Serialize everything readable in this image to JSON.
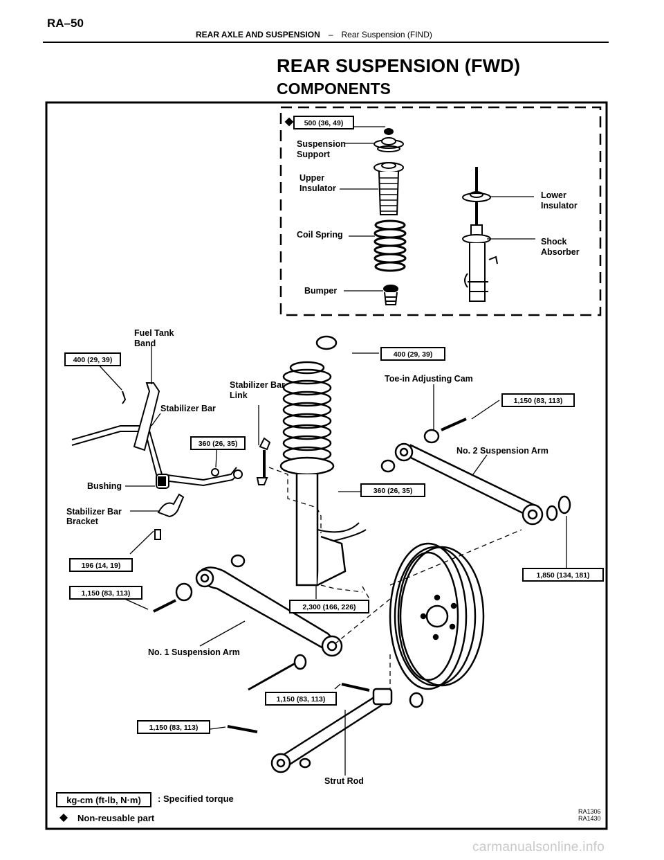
{
  "header": {
    "page_number": "RA–50",
    "section": "REAR AXLE AND SUSPENSION",
    "separator": "–",
    "subsection": "Rear Suspension (FIND)"
  },
  "title": "REAR SUSPENSION (FWD)",
  "subtitle": "COMPONENTS",
  "labels": {
    "suspension_support": [
      "Suspension",
      "Support"
    ],
    "upper_insulator": [
      "Upper",
      "Insulator"
    ],
    "coil_spring": "Coil Spring",
    "bumper": "Bumper",
    "lower_insulator": [
      "Lower",
      "Insulator"
    ],
    "shock_absorber": [
      "Shock",
      "Absorber"
    ],
    "fuel_tank_band": [
      "Fuel Tank",
      "Band"
    ],
    "stabilizer_bar": "Stabilizer Bar",
    "stabilizer_bar_link": [
      "Stabilizer Bar",
      "Link"
    ],
    "toe_in_cam": "Toe-in Adjusting Cam",
    "no2_arm": "No. 2 Suspension Arm",
    "bushing": "Bushing",
    "stabilizer_bar_bracket": [
      "Stabilizer Bar",
      "Bracket"
    ],
    "no1_arm": "No. 1 Suspension Arm",
    "strut_rod": "Strut Rod"
  },
  "torques": {
    "support_nut": "500 (36, 49)",
    "fuel_band_bolt": "400 (29, 39)",
    "strut_top_nut": "400 (29, 39)",
    "stab_link_upper": "360 (26, 35)",
    "stab_link_lower": "360 (26, 35)",
    "no2_arm_inner": "1,150 (83, 113)",
    "no2_arm_outer": "1,850 (134, 181)",
    "bracket_bolt": "196 (14, 19)",
    "no1_arm_inner": "1,150 (83, 113)",
    "knuckle_bolt": "2,300 (166, 226)",
    "strut_rod_mid": "1,150 (83, 113)",
    "strut_rod_front": "1,150 (83, 113)"
  },
  "legend": {
    "unit_box": "kg-cm (ft-lb, N·m)",
    "unit_desc": ": Specified torque",
    "nonreusable": "Non-reusable part"
  },
  "figure_codes": [
    "RA1306",
    "RA1430"
  ],
  "watermark": "carmanualsonline.info"
}
